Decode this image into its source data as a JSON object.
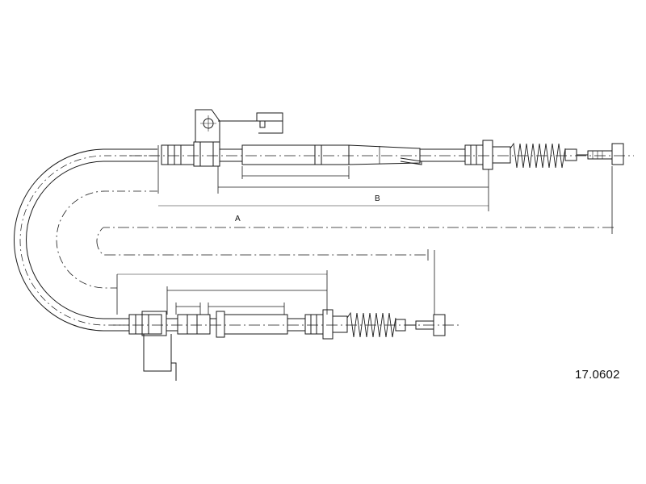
{
  "drawing": {
    "part_number": "17.0602",
    "dimension_labels": {
      "a": "A",
      "b": "B"
    },
    "stroke_color": "#1a1a1a"
  }
}
